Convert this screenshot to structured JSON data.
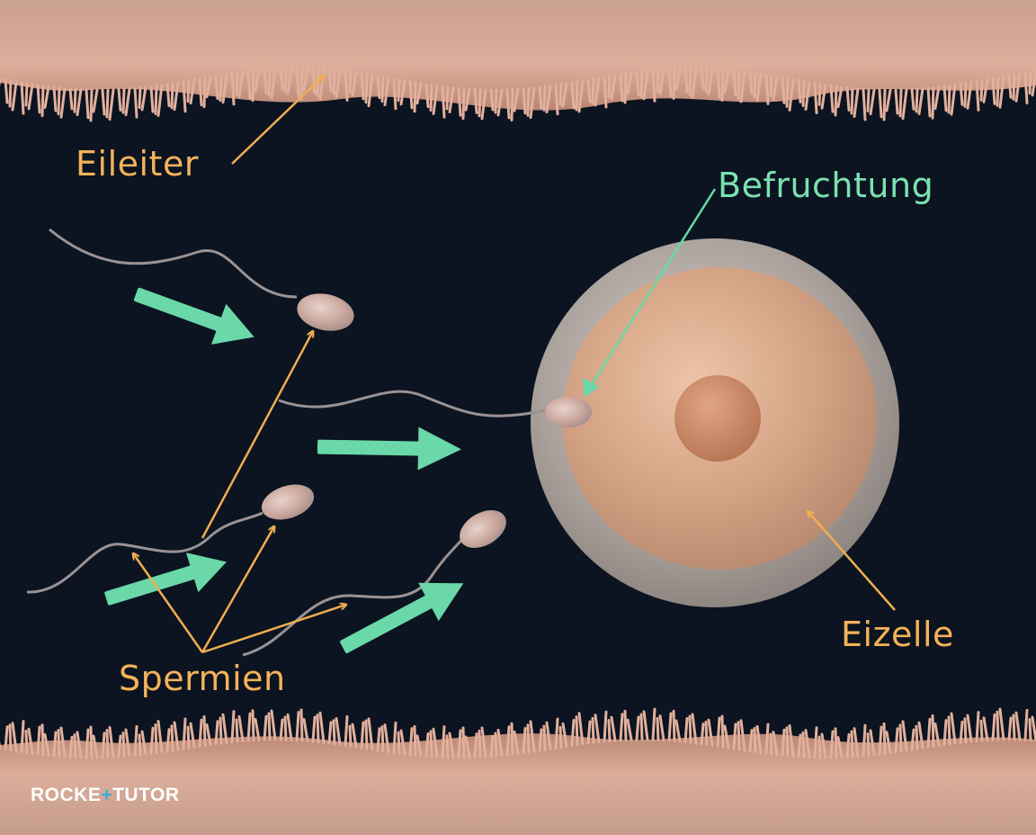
{
  "labels": {
    "eileiter": "Eileiter",
    "befruchtung": "Befruchtung",
    "eizelle": "Eizelle",
    "spermien": "Spermien"
  },
  "logo": {
    "left": "ROCKE",
    "mark": "+",
    "right": "TUTOR"
  },
  "colors": {
    "background": "#0b1420",
    "label_orange": "#f4b25a",
    "label_green": "#7be0b0",
    "arrow_orange": "#f0ad50",
    "arrow_green": "#6ad8a8",
    "tissue": "#d9a28d",
    "egg_outer": "#b5aba6",
    "egg_inner": "#d8a889",
    "nucleus": "#c98763"
  },
  "icons": {
    "egg": "egg-cell-illustration",
    "sperm": "sperm-cell-illustration",
    "tube": "fallopian-tube-wall"
  }
}
